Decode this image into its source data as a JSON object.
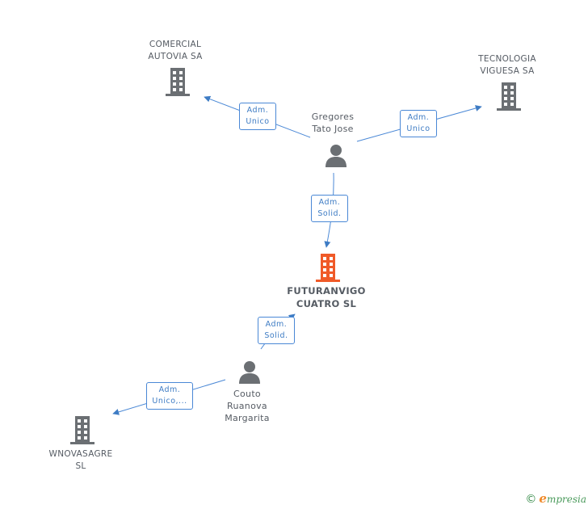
{
  "colors": {
    "edge": "#3e7cc4",
    "company": "#6b6f73",
    "focus_company": "#f05a28",
    "person": "#6b6f73"
  },
  "nodes": {
    "comercial": {
      "lines": [
        "COMERCIAL",
        "AUTOVIA SA"
      ],
      "icon": "building-icon"
    },
    "tecnologia": {
      "lines": [
        "TECNOLOGIA",
        "VIGUESA SA"
      ],
      "icon": "building-icon"
    },
    "gregores": {
      "lines": [
        "Gregores",
        "Tato Jose"
      ],
      "icon": "person-icon"
    },
    "futuranvigo": {
      "lines": [
        "FUTURANVIGO",
        "CUATRO SL"
      ],
      "icon": "building-icon"
    },
    "couto": {
      "lines": [
        "Couto",
        "Ruanova",
        "Margarita"
      ],
      "icon": "person-icon"
    },
    "wnovasagre": {
      "lines": [
        "WNOVASAGRE",
        "SL"
      ],
      "icon": "building-icon"
    }
  },
  "edges": {
    "e1": {
      "lines": [
        "Adm.",
        "Unico"
      ]
    },
    "e2": {
      "lines": [
        "Adm.",
        "Unico"
      ]
    },
    "e3": {
      "lines": [
        "Adm.",
        "Solid."
      ]
    },
    "e4": {
      "lines": [
        "Adm.",
        "Solid."
      ]
    },
    "e5": {
      "lines": [
        "Adm.",
        "Unico,..."
      ]
    }
  },
  "footer": {
    "copyright": "©",
    "brand_initial": "e",
    "brand_rest": "mpresia"
  }
}
